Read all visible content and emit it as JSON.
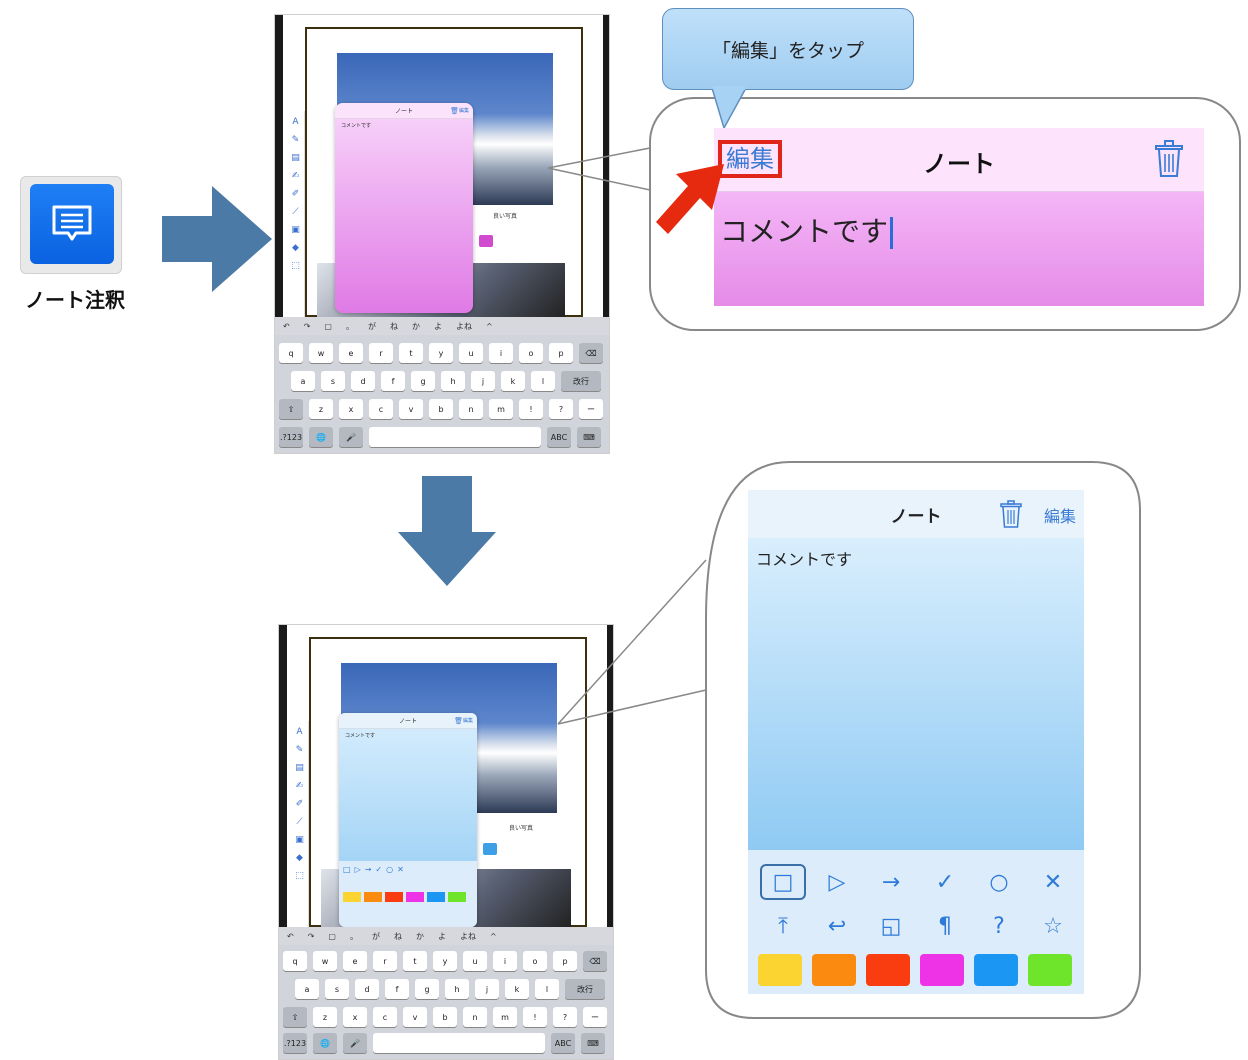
{
  "icon": {
    "name": "note-annotation-icon",
    "label": "ノート注釈"
  },
  "tooltip": {
    "text": "「編集」をタップ"
  },
  "screen1": {
    "note_title": "ノート",
    "note_edit": "編集",
    "note_text": "コメントです",
    "caption": "良い写真",
    "suggestions": [
      "。",
      "が",
      "ね",
      "か",
      "よ",
      "よね",
      "^"
    ],
    "rows": [
      [
        "q",
        "w",
        "e",
        "r",
        "t",
        "y",
        "u",
        "i",
        "o",
        "p",
        "⌫"
      ],
      [
        "a",
        "s",
        "d",
        "f",
        "g",
        "h",
        "j",
        "k",
        "l",
        "改行"
      ],
      [
        "⇧",
        "z",
        "x",
        "c",
        "v",
        "b",
        "n",
        "m",
        "!",
        "?",
        "ー"
      ],
      [
        ".?123",
        "🌐",
        "🎤",
        "",
        "ABC",
        "⌨"
      ]
    ]
  },
  "zoom_pink": {
    "edit_label": "編集",
    "title": "ノート",
    "text": "コメントです",
    "colors": {
      "header": "#fde4fc",
      "body_top": "#f4b6f6",
      "body_bottom": "#e58be8",
      "highlight": "#e0261a"
    }
  },
  "screen2": {
    "note_title": "ノート",
    "note_edit": "編集",
    "note_text": "コメントです",
    "caption": "良い写真"
  },
  "zoom_blue": {
    "title": "ノート",
    "edit_label": "編集",
    "text": "コメントです",
    "tools_row1": [
      "□",
      "▷",
      "→",
      "✓",
      "○",
      "✕"
    ],
    "tools_row2": [
      "⤒",
      "↩",
      "◱",
      "¶",
      "?",
      "☆"
    ],
    "tool_names_row1": [
      "comment-tool",
      "play-tool",
      "arrow-tool",
      "check-tool",
      "circle-tool",
      "cross-tool"
    ],
    "tool_names_row2": [
      "insert-tool",
      "new-paragraph-tool",
      "note-tool",
      "paragraph-tool",
      "question-tool",
      "star-tool"
    ],
    "swatches": [
      "#fbd431",
      "#fb8a10",
      "#f93d10",
      "#ee33e6",
      "#1b96f2",
      "#6ee52b"
    ]
  }
}
